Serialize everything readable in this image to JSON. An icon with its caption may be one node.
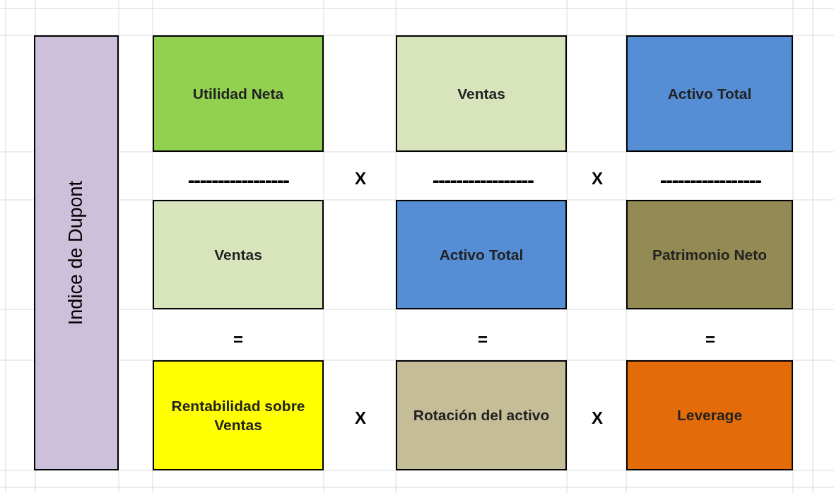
{
  "diagram": {
    "nodes": [
      {
        "text": [
          "Indice de Dupont"
        ]
      },
      {
        "text": [
          "Utilidad Neta"
        ]
      },
      {
        "text": [
          "Ventas"
        ]
      },
      {
        "text": [
          "Activo Total"
        ]
      },
      {
        "text": [
          "Ventas"
        ]
      },
      {
        "text": [
          "Activo Total"
        ]
      },
      {
        "text": [
          "Patrimonio Neto"
        ]
      },
      {
        "text": [
          "Rentabilidad sobre Ventas"
        ]
      },
      {
        "text": [
          "Rotación del activo"
        ]
      },
      {
        "text": [
          "Leverage"
        ]
      }
    ],
    "edges": [],
    "labels": [
      "-----------------",
      "X",
      "-----------------",
      "X",
      "-----------------",
      "=",
      "=",
      "=",
      "X",
      "X"
    ]
  }
}
